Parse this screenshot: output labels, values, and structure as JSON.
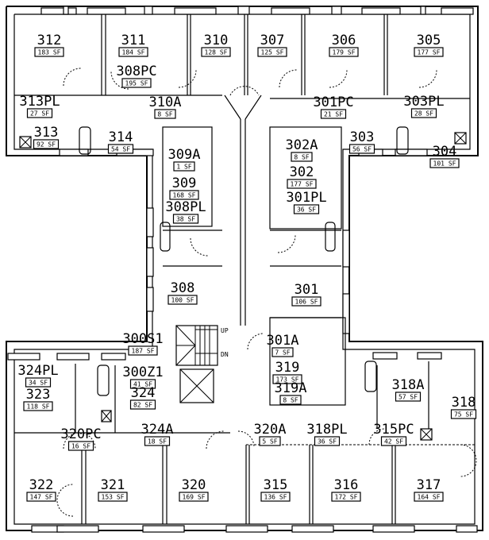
{
  "plan": {
    "title": "Third Floor Plan",
    "area_unit": "SF",
    "stair_labels": {
      "up": "UP",
      "down": "DN"
    }
  },
  "rooms": [
    {
      "id": "312",
      "area": "183 SF"
    },
    {
      "id": "311",
      "area": "184 SF"
    },
    {
      "id": "308PC",
      "area": "195 SF"
    },
    {
      "id": "310",
      "area": "128 SF"
    },
    {
      "id": "307",
      "area": "125 SF"
    },
    {
      "id": "306",
      "area": "179 SF"
    },
    {
      "id": "305",
      "area": "177 SF"
    },
    {
      "id": "313PL",
      "area": "27 SF"
    },
    {
      "id": "313",
      "area": "92 SF"
    },
    {
      "id": "314",
      "area": "54 SF"
    },
    {
      "id": "310A",
      "area": "8 SF"
    },
    {
      "id": "309A",
      "area": "1 SF"
    },
    {
      "id": "309",
      "area": "168 SF"
    },
    {
      "id": "308PL",
      "area": "38 SF"
    },
    {
      "id": "308",
      "area": "100 SF"
    },
    {
      "id": "301PC",
      "area": "21 SF"
    },
    {
      "id": "302A",
      "area": "8 SF"
    },
    {
      "id": "302",
      "area": "177 SF"
    },
    {
      "id": "301PL",
      "area": "36 SF"
    },
    {
      "id": "301",
      "area": "106 SF"
    },
    {
      "id": "303",
      "area": "56 SF"
    },
    {
      "id": "303PL",
      "area": "28 SF"
    },
    {
      "id": "304",
      "area": "101 SF"
    },
    {
      "id": "300S1",
      "area": "187 SF"
    },
    {
      "id": "301A",
      "area": "7 SF"
    },
    {
      "id": "319",
      "area": "173 SF"
    },
    {
      "id": "319A",
      "area": "8 SF"
    },
    {
      "id": "300Z1",
      "area": "41 SF"
    },
    {
      "id": "324",
      "area": "82 SF"
    },
    {
      "id": "324PL",
      "area": "34 SF"
    },
    {
      "id": "323",
      "area": "118 SF"
    },
    {
      "id": "324A",
      "area": "18 SF"
    },
    {
      "id": "320PC",
      "area": "16 SF"
    },
    {
      "id": "318A",
      "area": "57 SF"
    },
    {
      "id": "318",
      "area": "75 SF"
    },
    {
      "id": "320A",
      "area": "5 SF"
    },
    {
      "id": "318PL",
      "area": "36 SF"
    },
    {
      "id": "315PC",
      "area": "42 SF"
    },
    {
      "id": "322",
      "area": "147 SF"
    },
    {
      "id": "321",
      "area": "153 SF"
    },
    {
      "id": "320",
      "area": "169 SF"
    },
    {
      "id": "315",
      "area": "136 SF"
    },
    {
      "id": "316",
      "area": "172 SF"
    },
    {
      "id": "317",
      "area": "164 SF"
    }
  ]
}
